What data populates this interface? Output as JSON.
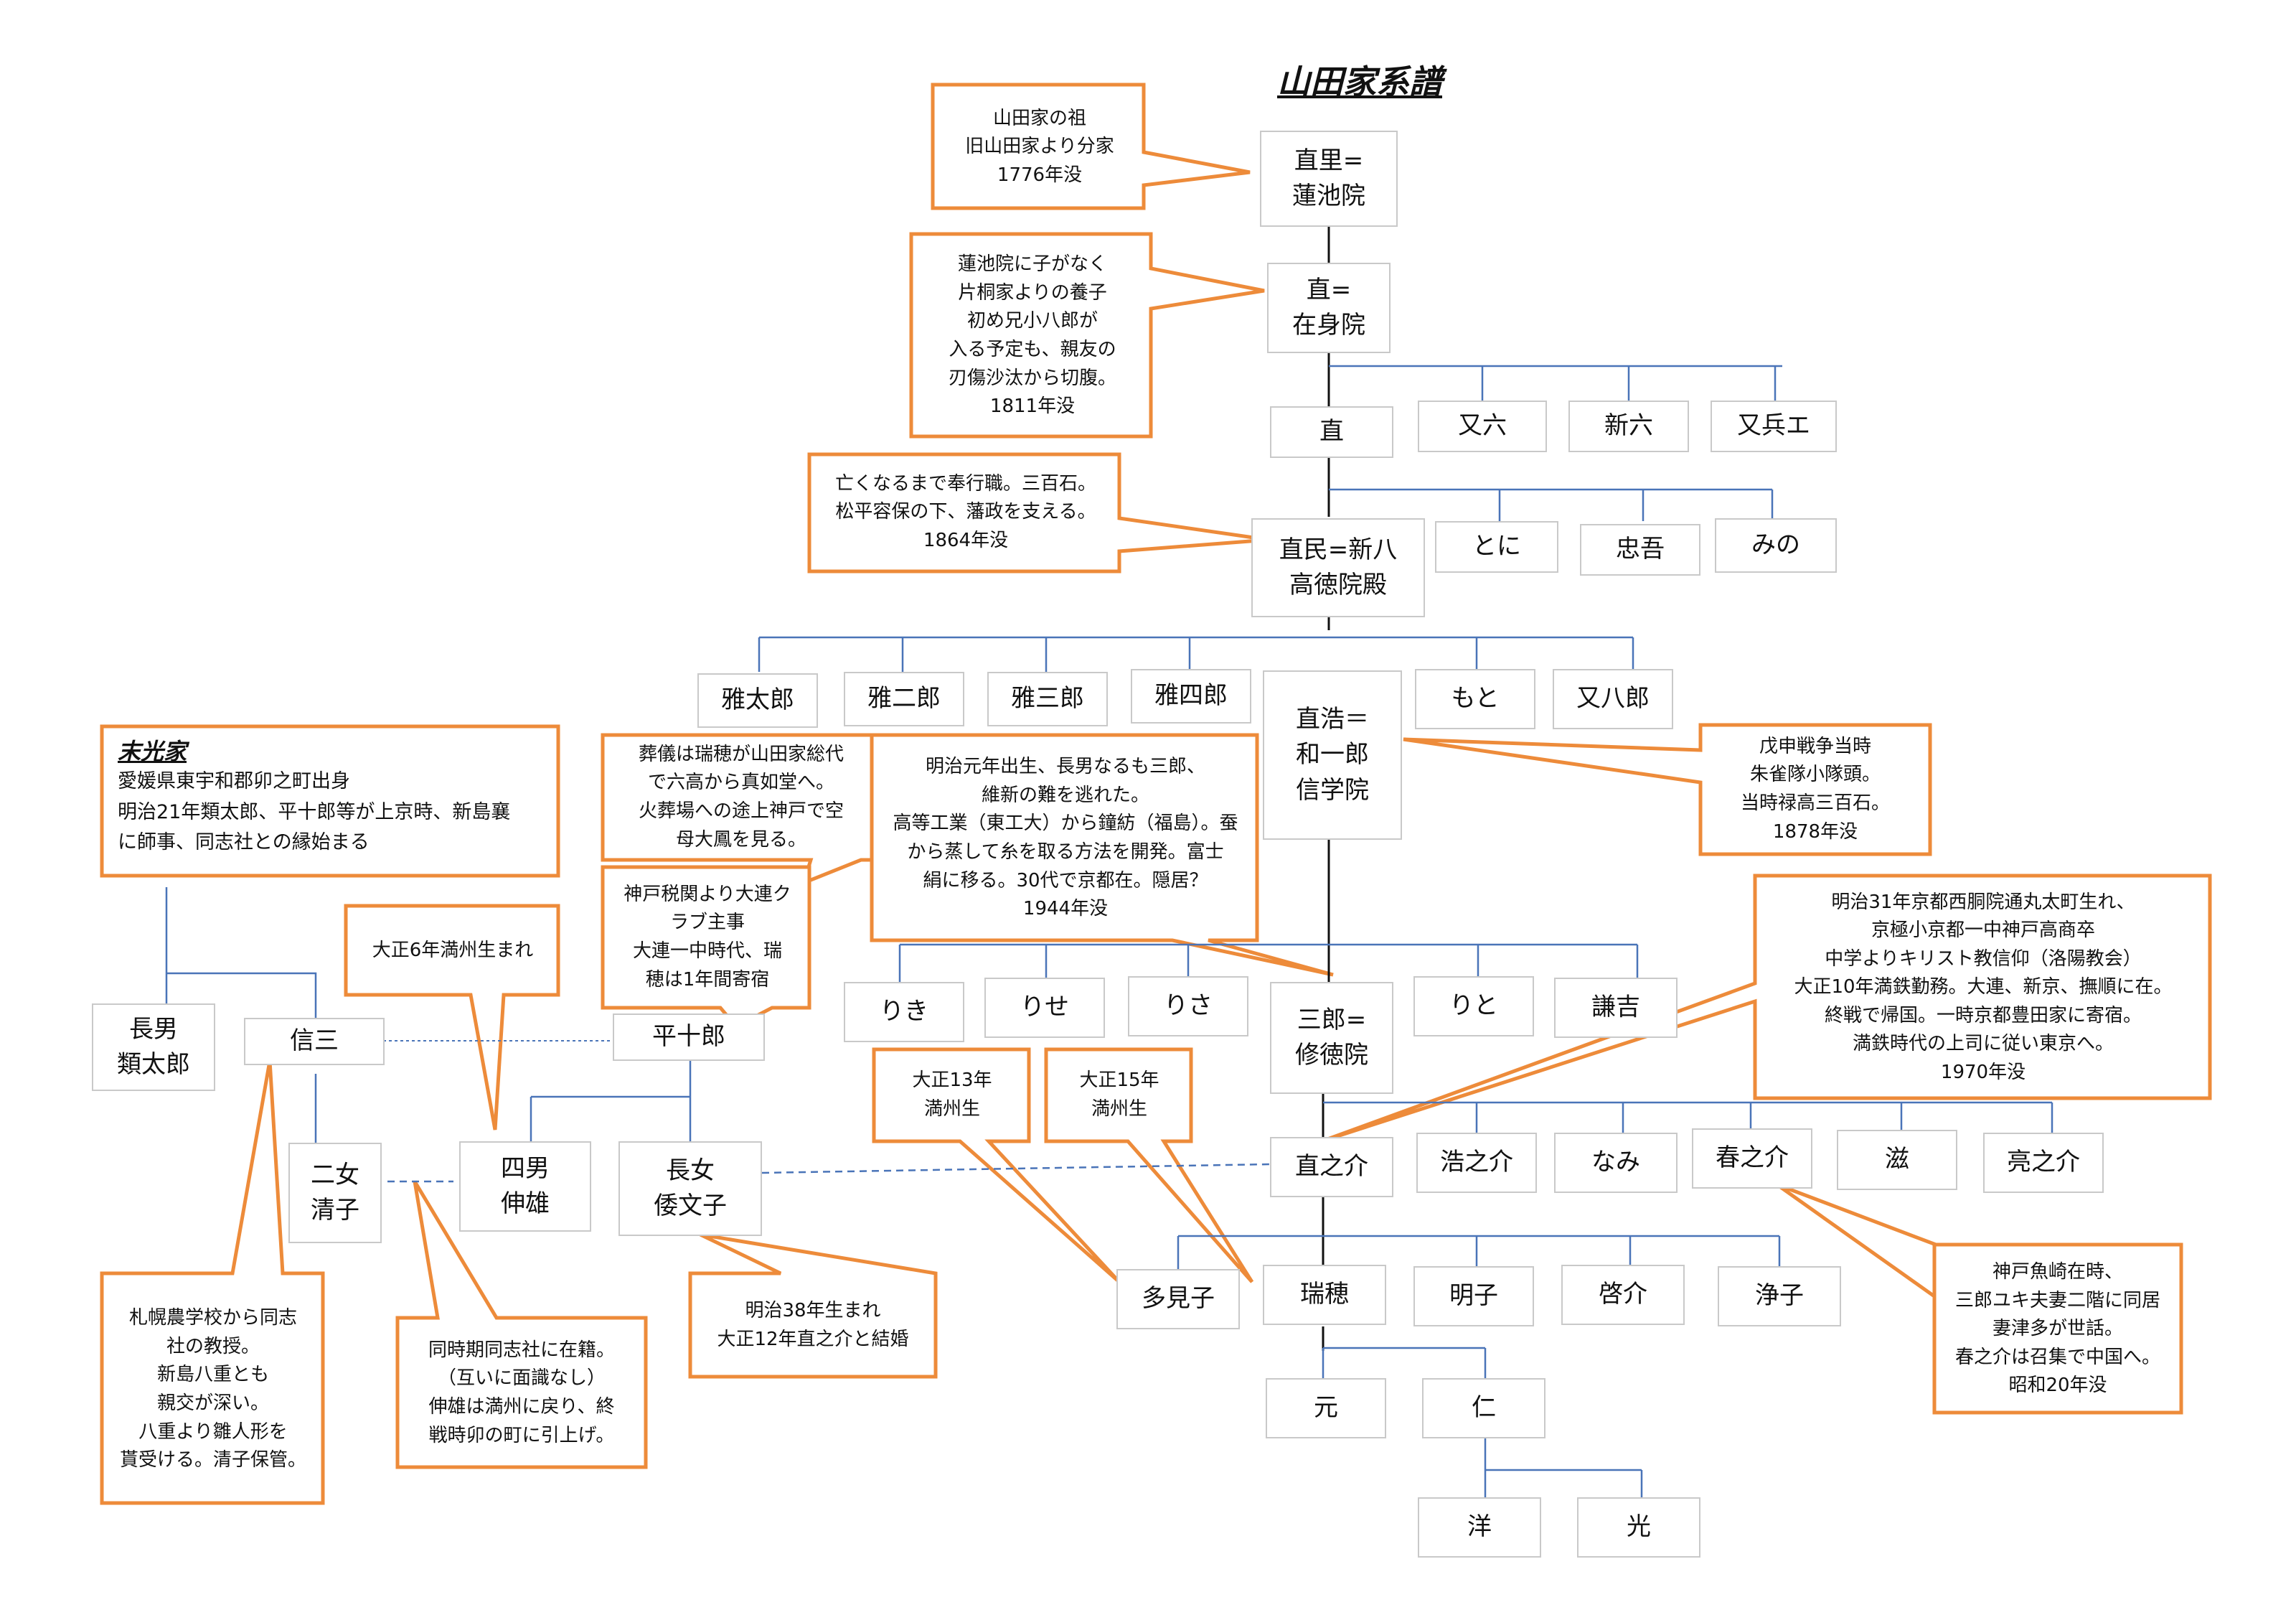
{
  "title": "山田家系譜",
  "branch_title": "末光家",
  "branch_note": "愛媛県東宇和郡卯之町出身\n明治21年類太郎、平十郎等が上京時、新島襄\nに師事、同志社との縁始まる",
  "people": {
    "naosato": "直里=\n蓮池院",
    "nao_zaishin": "直=\n在身院",
    "nao": "直",
    "matagoro": "又六",
    "shinroku": "新六",
    "matabee": "又兵エ",
    "naotami": "直民=新八\n高徳院殿",
    "toni": "とに",
    "chugo": "忠吾",
    "mino": "みの",
    "masataro": "雅太郎",
    "masajiro": "雅二郎",
    "masasaburo": "雅三郎",
    "masashiro": "雅四郎",
    "naohiro": "直浩＝\n和一郎\n信学院",
    "moto": "もと",
    "matahachiro": "又八郎",
    "riki": "りき",
    "rise": "りせ",
    "risa": "りさ",
    "saburo": "三郎=\n修徳院",
    "rito": "りと",
    "kenkichi": "謙吉",
    "naonosuke": "直之介",
    "hironosuke": "浩之介",
    "nami": "なみ",
    "harunosuke": "春之介",
    "shigeru": "滋",
    "ryonosuke": "亮之介",
    "tamiko": "多見子",
    "mizuho": "瑞穂",
    "akiko": "明子",
    "keisuke": "啓介",
    "joko": "浄子",
    "gen": "元",
    "jin": "仁",
    "hiroshi": "洋",
    "hikaru": "光",
    "chonan": "長男\n類太郎",
    "shinzo": "信三",
    "heijuro": "平十郎",
    "kiyoko": "二女\n清子",
    "nobuo": "四男\n伸雄",
    "ayako": "長女\n倭文子"
  },
  "notes": {
    "so": "山田家の祖\n旧山田家より分家\n1776年没",
    "yoshi": "蓮池院に子がなく\n片桐家よりの養子\n初め兄小八郎が\n入る予定も、親友の\n刃傷沙汰から切腹。\n1811年没",
    "bugyo": "亡くなるまで奉行職。三百石。\n松平容保の下、藩政を支える。\n1864年没",
    "boshin": "戊申戦争当時\n朱雀隊小隊頭。\n当時禄高三百石。\n1878年没",
    "sogi": "葬儀は瑞穂が山田家総代\nで六高から真如堂へ。\n火葬場への途上神戸で空\n母大鳳を見る。",
    "meiji": "明治元年出生、長男なるも三郎、\n維新の難を逃れた。\n高等工業（東工大）から鐘紡（福島）。蚕\nから蒸して糸を取る方法を開発。富士\n絹に移る。30代で京都在。隠居？\n1944年没",
    "kobe": "神戸税関より大連ク\nラブ主事\n大連一中時代、瑞\n穂は1年間寄宿",
    "taisho6": "大正6年満州生まれ",
    "m31": "明治31年京都西胴院通丸太町生れ、\n京極小京都一中神戸高商卒\n中学よりキリスト教信仰（洛陽教会）\n大正10年満鉄勤務。大連、新京、撫順に在。\n終戦で帰国。一時京都豊田家に寄宿。\n満鉄時代の上司に従い東京へ。\n1970年没",
    "t13": "大正13年\n満州生",
    "t15": "大正15年\n満州生",
    "sapporo": "札幌農学校から同志\n社の教授。\n新島八重とも\n親交が深い。\n八重より雛人形を\n貰受ける。清子保管。",
    "doji": "同時期同志社に在籍。\n（互いに面識なし）\n伸雄は満州に戻り、終\n戦時卯の町に引上げ。",
    "m38": "明治38年生まれ\n大正12年直之介と結婚",
    "uozaki": "神戸魚崎在時、\n三郎ユキ夫妻二階に同居\n妻津多が世話。\n春之介は召集で中国へ。\n昭和20年没"
  },
  "colors": {
    "callout_border": "#ed8b3a",
    "line": "#4a74b8",
    "box_border": "#c9c9c9",
    "trunk": "#111111"
  }
}
